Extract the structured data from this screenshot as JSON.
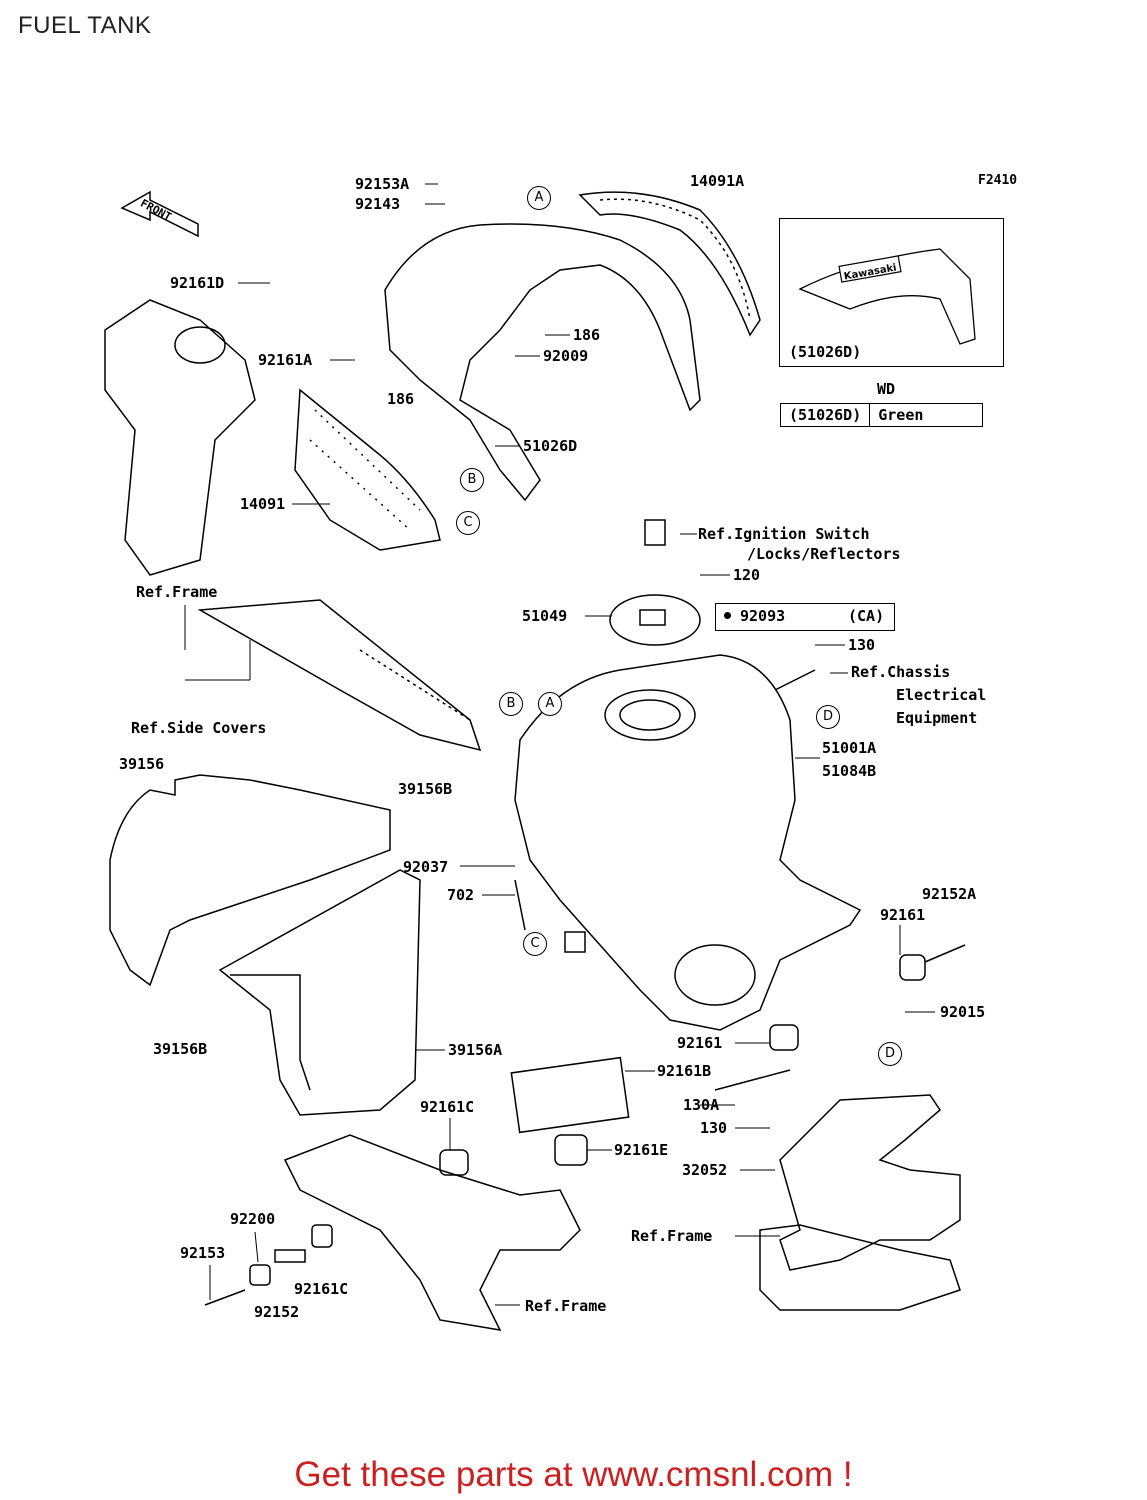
{
  "page": {
    "title": "FUEL TANK",
    "figure_code": "F2410",
    "front_badge": "FRONT",
    "footer_text": "Get these parts at www.cmsnl.com !"
  },
  "inset": {
    "part_ref": "(51026D)",
    "logo_text": "Kawasaki"
  },
  "wd_table": {
    "heading": "WD",
    "rows": [
      {
        "part": "(51026D)",
        "color": "Green"
      }
    ]
  },
  "labels": {
    "l_92153A": "92153A",
    "l_92143": "92143",
    "l_14091A": "14091A",
    "l_92161D": "92161D",
    "l_186a": "186",
    "l_92161A": "92161A",
    "l_92009": "92009",
    "l_186b": "186",
    "l_51026D": "51026D",
    "l_14091": "14091",
    "l_ref_frame1": "Ref.Frame",
    "l_ref_ign1": "Ref.Ignition Switch",
    "l_ref_ign2": "/Locks/Reflectors",
    "l_120": "120",
    "l_51049": "51049",
    "l_92093": "92093",
    "l_ca": "(CA)",
    "l_130a": "130",
    "l_ref_chassis1": "Ref.Chassis",
    "l_ref_chassis2": "Electrical",
    "l_ref_chassis3": "Equipment",
    "l_ref_side": "Ref.Side Covers",
    "l_39156": "39156",
    "l_39156B_top": "39156B",
    "l_51001A": "51001A",
    "l_51084B": "51084B",
    "l_92037": "92037",
    "l_702": "702",
    "l_92152A": "92152A",
    "l_92161_r": "92161",
    "l_92015": "92015",
    "l_39156B_bot": "39156B",
    "l_39156A": "39156A",
    "l_92161_m": "92161",
    "l_92161B": "92161B",
    "l_92161C_a": "92161C",
    "l_130A": "130A",
    "l_130b": "130",
    "l_92161E": "92161E",
    "l_32052": "32052",
    "l_92200": "92200",
    "l_92153": "92153",
    "l_92152": "92152",
    "l_92161C_b": "92161C",
    "l_ref_frame2": "Ref.Frame",
    "l_ref_frame3": "Ref.Frame"
  },
  "callouts": {
    "A": "A",
    "B": "B",
    "C": "C",
    "D": "D"
  }
}
